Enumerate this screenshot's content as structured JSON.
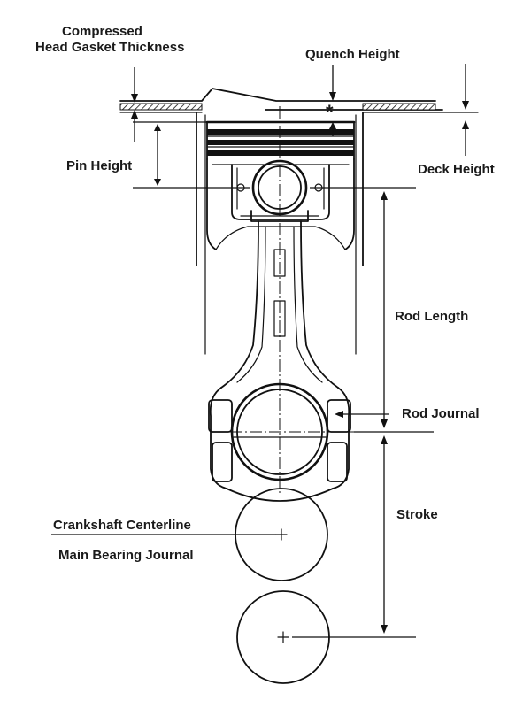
{
  "labels": {
    "compressed_line1": "Compressed",
    "compressed_line2": "Head Gasket Thickness",
    "quench_height": "Quench Height",
    "quench_marker": "*",
    "pin_height": "Pin Height",
    "deck_height": "Deck Height",
    "rod_length": "Rod Length",
    "rod_journal": "Rod Journal",
    "stroke": "Stroke",
    "crankshaft_centerline": "Crankshaft Centerline",
    "main_bearing_journal": "Main Bearing Journal"
  },
  "colors": {
    "ink": "#111111",
    "background": "#ffffff"
  }
}
